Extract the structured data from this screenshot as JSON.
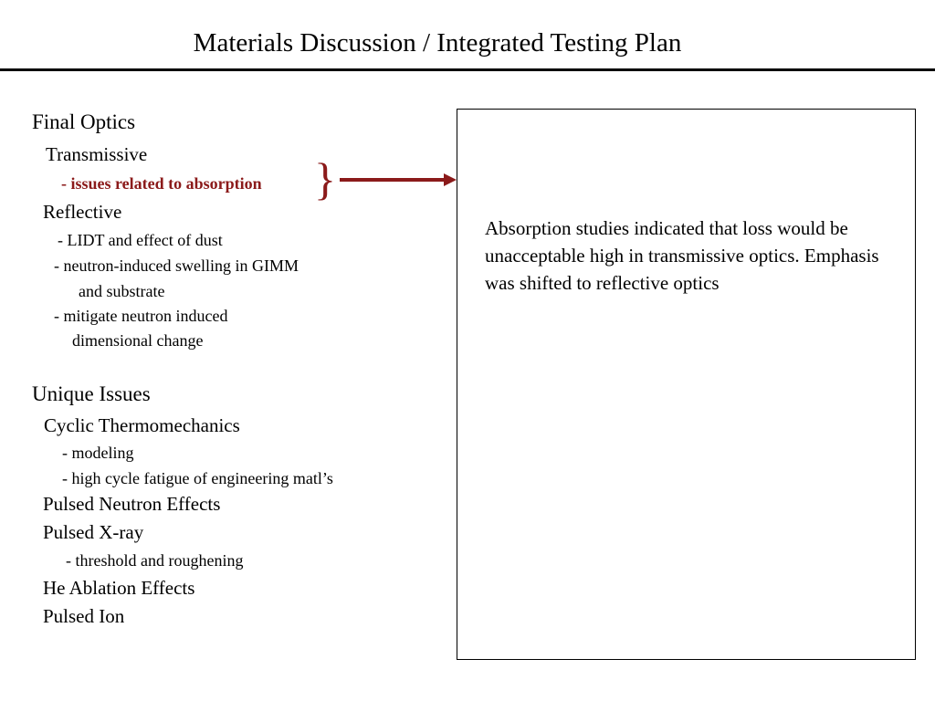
{
  "title": "Materials Discussion / Integrated Testing Plan",
  "accent_color": "#8b1a1a",
  "left_column": {
    "final_optics": {
      "heading": "Final Optics",
      "transmissive": "Transmissive",
      "absorption_issue": "- issues related to absorption",
      "reflective": "Reflective",
      "lidt": "-  LIDT and effect of dust",
      "swelling_1": "-  neutron-induced swelling in GIMM",
      "swelling_2": "and substrate",
      "mitigate_1": "-  mitigate neutron induced",
      "mitigate_2": "dimensional change"
    },
    "unique_issues": {
      "heading": "Unique Issues",
      "cyclic": "Cyclic Thermomechanics",
      "modeling": "-  modeling",
      "fatigue": "-  high cycle fatigue of engineering matl’s",
      "pulsed_neutron": "Pulsed Neutron Effects",
      "pulsed_xray": "Pulsed X-ray",
      "threshold": "-   threshold and roughening",
      "he_ablation": "He Ablation Effects",
      "pulsed_ion": "Pulsed Ion"
    }
  },
  "brace_glyph": "}",
  "callout": {
    "text": "Absorption studies indicated that loss would be unacceptable high in transmissive optics.  Emphasis was shifted to reflective optics"
  }
}
